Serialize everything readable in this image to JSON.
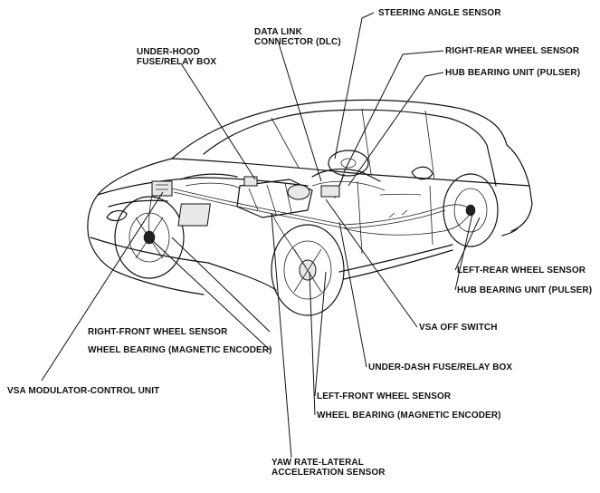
{
  "labels": {
    "steering_angle_sensor": "STEERING ANGLE SENSOR",
    "dlc_line1": "DATA LINK",
    "dlc_line2": "CONNECTOR (DLC)",
    "under_hood_line1": "UNDER-HOOD",
    "under_hood_line2": "FUSE/RELAY BOX",
    "right_rear_wheel_sensor": "RIGHT-REAR WHEEL SENSOR",
    "right_rear_hub_bearing": "HUB BEARING UNIT (PULSER)",
    "left_rear_wheel_sensor": "LEFT-REAR WHEEL SENSOR",
    "left_rear_hub_bearing": "HUB BEARING UNIT (PULSER)",
    "vsa_off_switch": "VSA OFF SWITCH",
    "under_dash_fuse": "UNDER-DASH FUSE/RELAY BOX",
    "right_front_wheel_sensor": "RIGHT-FRONT WHEEL SENSOR",
    "right_front_wheel_bearing": "WHEEL BEARING (MAGNETIC ENCODER)",
    "vsa_modulator": "VSA MODULATOR-CONTROL UNIT",
    "left_front_wheel_sensor": "LEFT-FRONT WHEEL SENSOR",
    "left_front_wheel_bearing": "WHEEL BEARING (MAGNETIC ENCODER)",
    "yaw_rate_line1": "YAW RATE-LATERAL",
    "yaw_rate_line2": "ACCELERATION SENSOR"
  }
}
